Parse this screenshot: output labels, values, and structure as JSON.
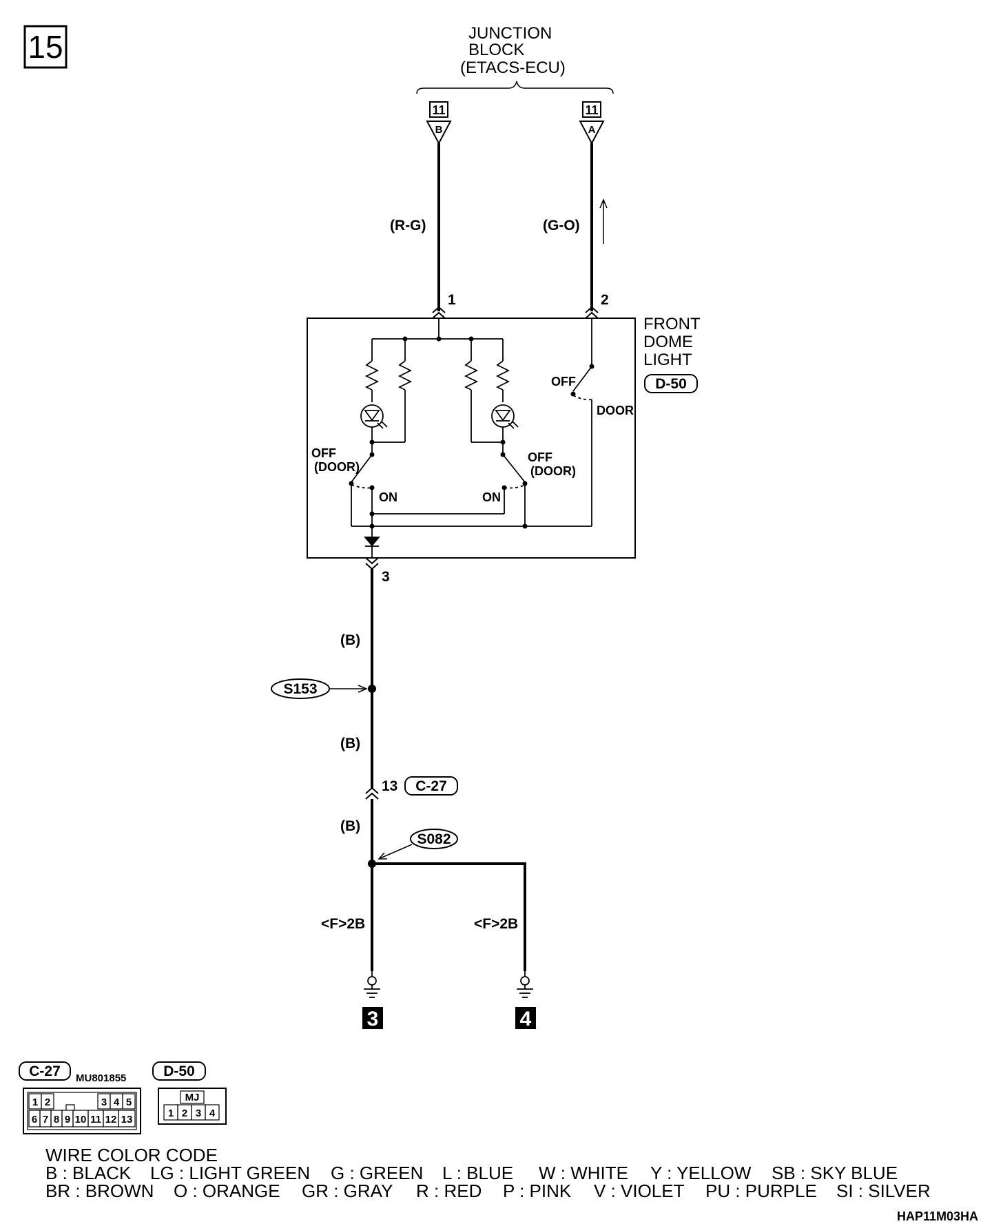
{
  "page_number": "15",
  "junction_block": {
    "line1": "JUNCTION",
    "line2": "BLOCK",
    "line3": "(ETACS-ECU)",
    "terminal_b": {
      "connector": "11",
      "pin": "B",
      "wire": "(R-G)"
    },
    "terminal_a": {
      "connector": "11",
      "pin": "A",
      "wire": "(G-O)"
    }
  },
  "front_dome_light": {
    "line1": "FRONT",
    "line2": "DOME",
    "line3": "LIGHT",
    "connector": "D-50",
    "pin1": "1",
    "pin2": "2",
    "pin3": "3",
    "switch_left": {
      "off1": "OFF",
      "off2": "(DOOR)",
      "on": "ON"
    },
    "switch_right": {
      "off1": "OFF",
      "off2": "(DOOR)",
      "on": "ON"
    },
    "door_switch": {
      "off": "OFF",
      "door": "DOOR"
    }
  },
  "harness": {
    "wire_b1": "(B)",
    "wire_b2": "(B)",
    "wire_b3": "(B)",
    "splice_s153": "S153",
    "connector_pin": "13",
    "connector_c27": "C-27",
    "splice_s082": "S082",
    "ground_wire_left": "<F>2B",
    "ground_wire_right": "<F>2B",
    "ground_left_num": "3",
    "ground_right_num": "4"
  },
  "connector_views": {
    "c27": {
      "label": "C-27",
      "part_number": "MU801855",
      "row1": [
        "1",
        "2",
        "3",
        "4",
        "5"
      ],
      "row2": [
        "6",
        "7",
        "8",
        "9",
        "10",
        "11",
        "12",
        "13"
      ]
    },
    "d50": {
      "label": "D-50",
      "tab": "MJ",
      "pins": [
        "1",
        "2",
        "3",
        "4"
      ]
    }
  },
  "wire_color_code": {
    "title": "WIRE COLOR CODE",
    "row1": [
      "B : BLACK",
      "LG : LIGHT GREEN",
      "G : GREEN",
      "L : BLUE",
      "W : WHITE",
      "Y : YELLOW",
      "SB : SKY BLUE"
    ],
    "row2": [
      "BR : BROWN",
      "O : ORANGE",
      "GR : GRAY",
      "R : RED",
      "P : PINK",
      "V : VIOLET",
      "PU : PURPLE",
      "SI : SILVER"
    ]
  },
  "drawing_code": "HAP11M03HA"
}
